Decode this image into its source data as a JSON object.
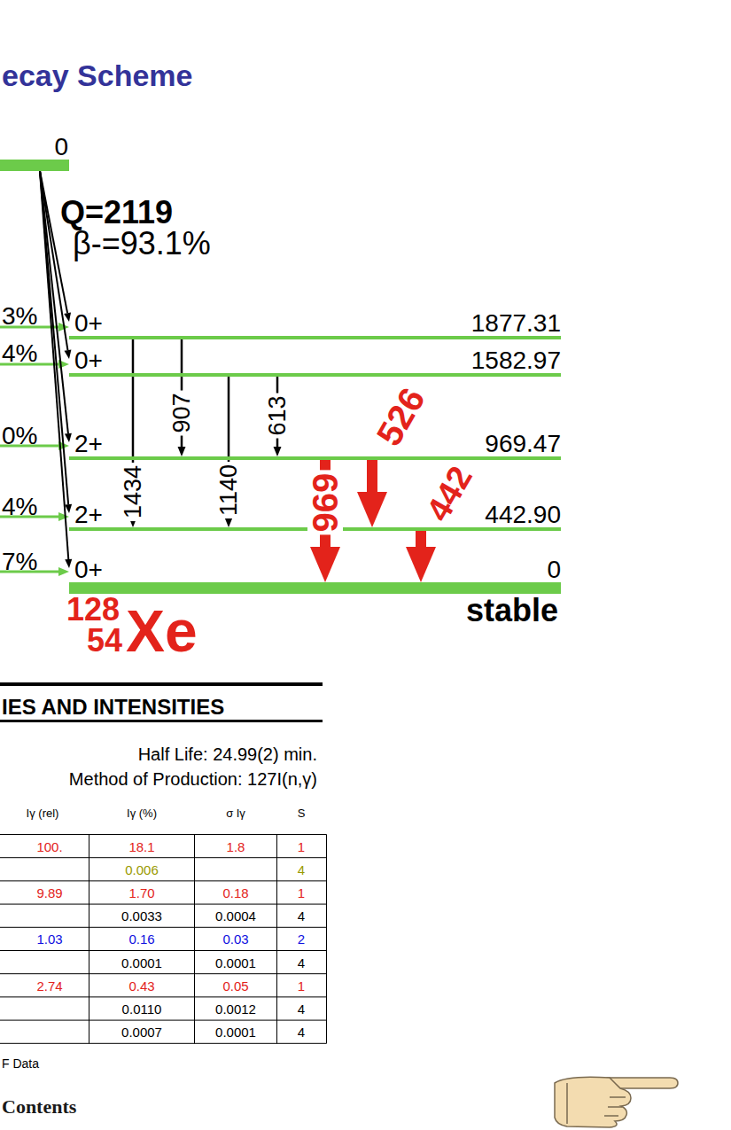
{
  "diagram": {
    "title": "ecay Scheme",
    "nodes": [
      {
        "text": [
          "0"
        ]
      },
      {
        "text": [
          "0+",
          "1877.31"
        ]
      },
      {
        "text": [
          "0+",
          "1582.97"
        ]
      },
      {
        "text": [
          "2+",
          "969.47"
        ]
      },
      {
        "text": [
          "2+",
          "442.90"
        ]
      },
      {
        "text": [
          "0+",
          "0"
        ]
      }
    ],
    "edges": [
      {
        "from": 0,
        "to": 1,
        "arrow": "to"
      },
      {
        "from": 0,
        "to": 2,
        "arrow": "to"
      },
      {
        "from": 0,
        "to": 3,
        "arrow": "to"
      },
      {
        "from": 0,
        "to": 4,
        "arrow": "to"
      },
      {
        "from": 0,
        "to": 5,
        "arrow": "to"
      },
      {
        "from": 1,
        "to": 4,
        "label": "1434",
        "arrow": "to"
      },
      {
        "from": 1,
        "to": 3,
        "label": "907",
        "arrow": "to"
      },
      {
        "from": 2,
        "to": 4,
        "label": "1140",
        "arrow": "to"
      },
      {
        "from": 2,
        "to": 3,
        "label": "613",
        "arrow": "to"
      },
      {
        "from": 3,
        "to": 5,
        "label": "969",
        "arrow": "to"
      },
      {
        "from": 3,
        "to": 4,
        "label": "526",
        "arrow": "to"
      },
      {
        "from": 4,
        "to": 5,
        "label": "442",
        "arrow": "to"
      }
    ],
    "labels": [
      "Q=2119",
      "β-=93.1%",
      "3%",
      "4%",
      "0%",
      "4%",
      "7%",
      "128",
      "54",
      "Xe",
      "stable",
      "IES AND INTENSITIES",
      "Half Life: 24.99(2) min.",
      "Method of Production: 127I(n,γ)",
      "Iγ (rel)",
      "Iγ (%)",
      "σ Iγ",
      "S",
      "100.",
      "18.1",
      "1.8",
      "1",
      "0.006",
      "4",
      "9.89",
      "1.70",
      "0.18",
      "1",
      "0.0033",
      "0.0004",
      "4",
      "1.03",
      "0.16",
      "0.03",
      "2",
      "0.0001",
      "0.0001",
      "4",
      "2.74",
      "0.43",
      "0.05",
      "1",
      "0.0110",
      "0.0012",
      "4",
      "0.0007",
      "0.0001",
      "4",
      "F Data",
      "Contents"
    ]
  }
}
